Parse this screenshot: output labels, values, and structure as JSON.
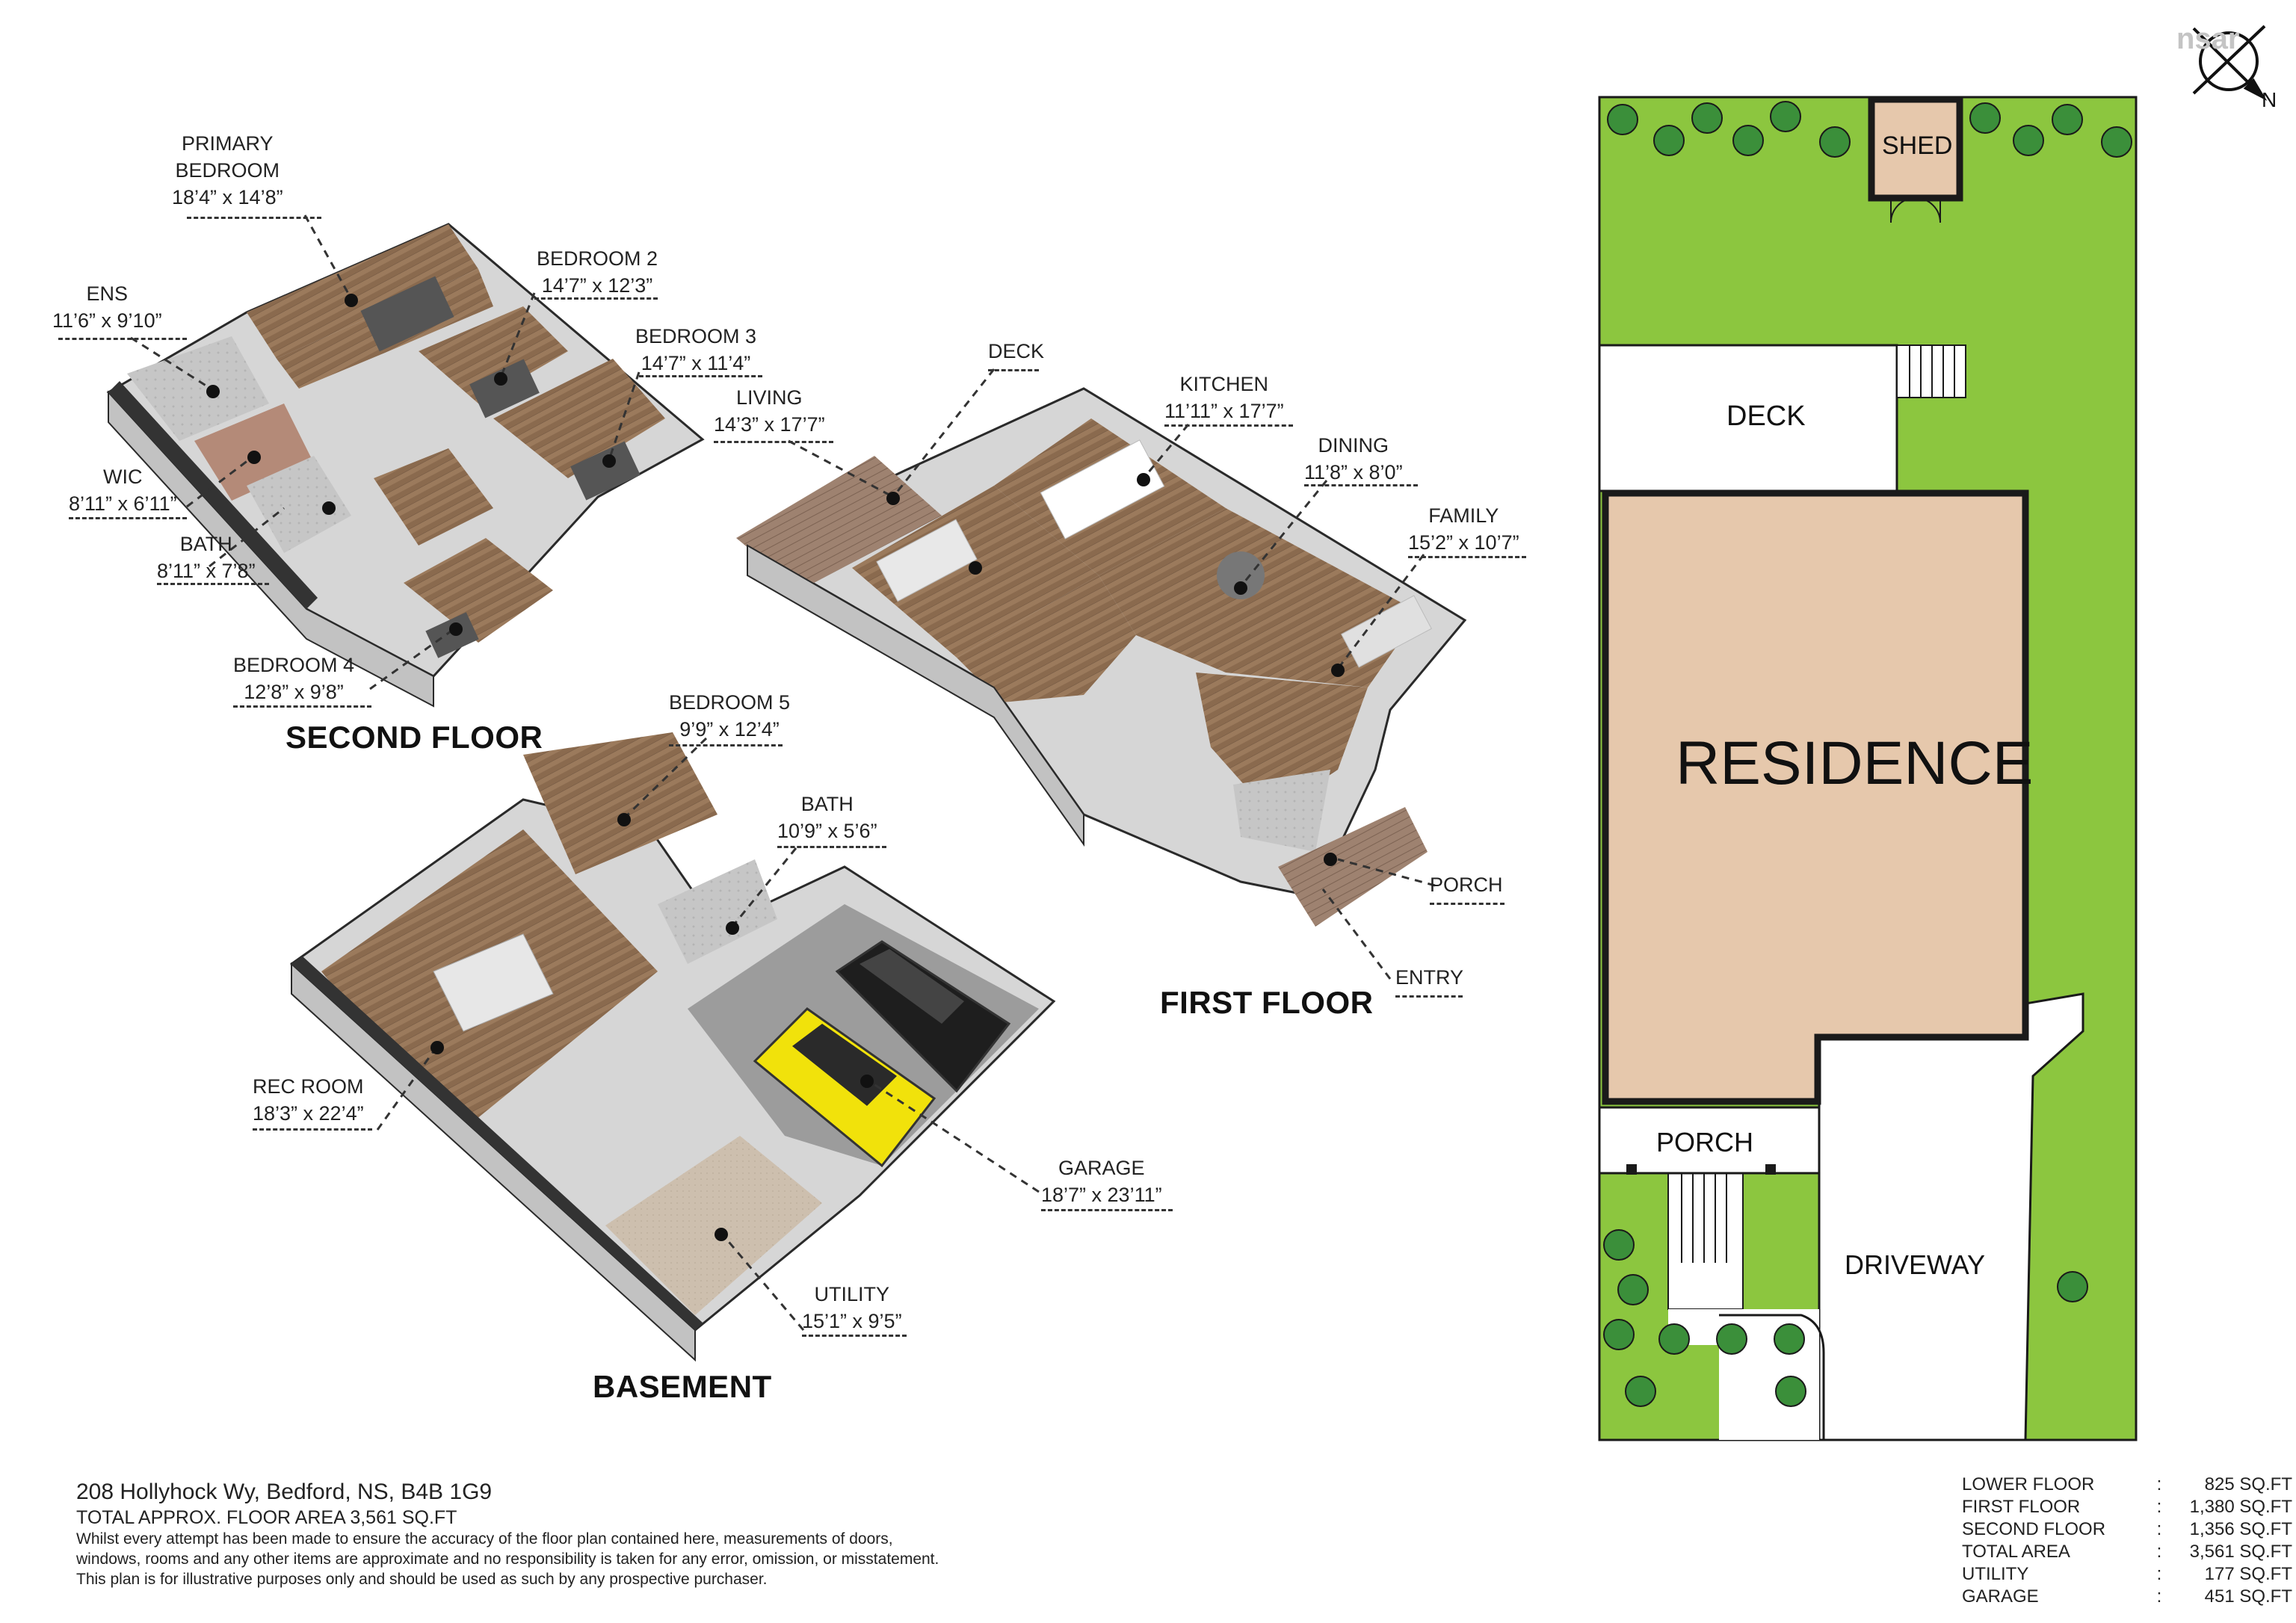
{
  "rooms": {
    "primary": {
      "name1": "PRIMARY",
      "name2": "BEDROOM",
      "dim": "18’4” x 14’8”"
    },
    "ens": {
      "name": "ENS",
      "dim": "11’6” x 9’10”"
    },
    "bed2": {
      "name": "BEDROOM 2",
      "dim": "14’7” x 12’3”"
    },
    "bed3": {
      "name": "BEDROOM 3",
      "dim": "14’7” x 11’4”"
    },
    "wic": {
      "name": "WIC",
      "dim": "8’11” x 6’11”"
    },
    "bath2": {
      "name": "BATH",
      "dim": "8’11” x 7’8”"
    },
    "bed4": {
      "name": "BEDROOM 4",
      "dim": "12’8” x 9’8”"
    },
    "deck": {
      "name": "DECK"
    },
    "living": {
      "name": "LIVING",
      "dim": "14’3” x 17’7”"
    },
    "kitchen": {
      "name": "KITCHEN",
      "dim": "11’11” x 17’7”"
    },
    "dining": {
      "name": "DINING",
      "dim": "11’8” x 8’0”"
    },
    "family": {
      "name": "FAMILY",
      "dim": "15’2” x 10’7”"
    },
    "porch": {
      "name": "PORCH"
    },
    "entry": {
      "name": "ENTRY"
    },
    "bed5": {
      "name": "BEDROOM 5",
      "dim": "9’9” x 12’4”"
    },
    "bathb": {
      "name": "BATH",
      "dim": "10’9” x 5’6”"
    },
    "rec": {
      "name": "REC ROOM",
      "dim": "18’3” x 22’4”"
    },
    "garage": {
      "name": "GARAGE",
      "dim": "18’7” x 23’11”"
    },
    "utility": {
      "name": "UTILITY",
      "dim": "15’1” x 9’5”"
    }
  },
  "floors": {
    "second": "SECOND FLOOR",
    "first": "FIRST FLOOR",
    "basement": "BASEMENT"
  },
  "site": {
    "shed": "SHED",
    "deck": "DECK",
    "residence": "RESIDENCE",
    "porch": "PORCH",
    "driveway": "DRIVEWAY",
    "north": "N",
    "logo": "nsar",
    "colors": {
      "lawn": "#8cc63f",
      "residence": "#e6c8ac",
      "shed": "#e6c8ac",
      "outline": "#1a1a1a"
    }
  },
  "footer": {
    "address": "208 Hollyhock Wy, Bedford, NS, B4B 1G9",
    "total": "TOTAL APPROX. FLOOR AREA 3,561 SQ.FT",
    "disc1": "Whilst every attempt has been made to ensure the accuracy of the floor plan contained here, measurements of doors,",
    "disc2": "windows, rooms and any other items are approximate and no responsibility is taken for any error, omission, or misstatement.",
    "disc3": "This plan is for illustrative purposes only and should be used as such by any prospective purchaser."
  },
  "areas": [
    {
      "label": "LOWER FLOOR",
      "sep": ":",
      "value": "825 SQ.FT"
    },
    {
      "label": "FIRST FLOOR",
      "sep": ":",
      "value": "1,380 SQ.FT"
    },
    {
      "label": "SECOND FLOOR",
      "sep": ":",
      "value": "1,356 SQ.FT"
    },
    {
      "label": "TOTAL AREA",
      "sep": ":",
      "value": "3,561 SQ.FT"
    },
    {
      "label": "UTILITY",
      "sep": ":",
      "value": "177 SQ.FT"
    },
    {
      "label": "GARAGE",
      "sep": ":",
      "value": "451 SQ.FT"
    }
  ]
}
